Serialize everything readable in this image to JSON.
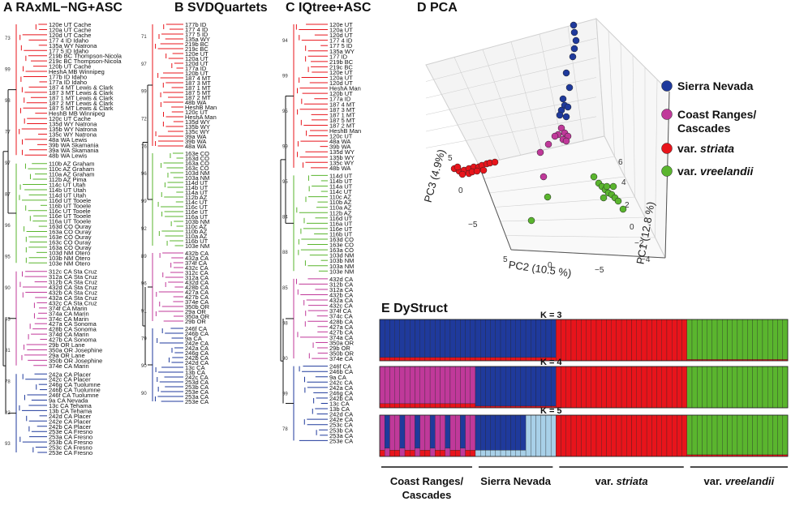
{
  "panels": {
    "a": {
      "title": "A RAxML−NG+ASC"
    },
    "b": {
      "title": "B SVDQuartets"
    },
    "c": {
      "title": "C IQtree+ASC"
    },
    "d": {
      "title": "D PCA"
    },
    "e": {
      "title": "E DyStruct"
    }
  },
  "colors": {
    "red": "#e8141b",
    "green": "#5ab52e",
    "magenta": "#c0399a",
    "blue": "#1f3a9c",
    "lightblue": "#a8d0e8"
  },
  "tree_a": {
    "red": [
      "120e UT Cache",
      "120a UT Cache",
      "120d UT Cache",
      "177 4 ID Idaho",
      "135a WY Natrona",
      "177 5 ID Idaho",
      "219b BC Thompson-Nicola",
      "219c BC Thompson-Nicola",
      "120b UT Cache",
      "HeshA MB Winnipeg",
      "177b ID Idaho",
      "177a ID Idaho",
      "187 4 MT Lewis & Clark",
      "187 3 MT Lewis & Clark",
      "187 1 MT Lewis & Clark",
      "187 2 MT Lewis & Clark",
      "187 5 MT Lewis & Clark",
      "HeshB MB Winnipeg",
      "120c UT Cache",
      "135d WY Natrona",
      "135b WY Natrona",
      "135c WY Natrona",
      "48a WA Lewis",
      "39b WA Skamania",
      "39a WA Skamania",
      "48b WA Lewis"
    ],
    "green": [
      "110b AZ Graham",
      "110c AZ Graham",
      "110a AZ Graham",
      "112b AZ Pima",
      "114c UT Utah",
      "114b UT Utah",
      "114d UT Utah",
      "116d UT Tooele",
      "116b UT Tooele",
      "116c UT Tooele",
      "116e UT Tooele",
      "116a UT Tooele",
      "163d CO Ouray",
      "163a CO Ouray",
      "163e CO Ouray",
      "163c CO Ouray",
      "163a CO Ouray",
      "103d NM Otero",
      "103b NM Otero",
      "103e NM Otero"
    ],
    "magenta": [
      "312c CA Sta Cruz",
      "312a CA Sta Cruz",
      "312b CA Sta Cruz",
      "432d CA Sta Cruz",
      "432b CA Sta Cruz",
      "432a CA Sta Cruz",
      "432c CA Sta Cruz",
      "374f CA Marin",
      "374a CA Marin",
      "374c CA Marin",
      "427a CA Sonoma",
      "428b CA Sonoma",
      "374d CA Marin",
      "427b CA Sonoma",
      "29b OR Lane",
      "350a OR Josephine",
      "29a OR Lane",
      "350b OR Josephine",
      "374e CA Marin"
    ],
    "blue": [
      "242a CA Placer",
      "242c CA Placer",
      "246g CA Tuolumne",
      "246b CA Tuolumne",
      "246f CA Tuolumne",
      "9a CA Nevada",
      "13c CA Tehama",
      "13b CA Tehama",
      "242d CA Placer",
      "242e CA Placer",
      "242b CA Placer",
      "253e CA Fresno",
      "253a CA Fresno",
      "253b CA Fresno",
      "253c CA Fresno",
      "253e CA Fresno"
    ]
  },
  "tree_a_support": [
    "73",
    "99",
    "93",
    "77",
    "97",
    "87",
    "96",
    "95",
    "90",
    "93",
    "81",
    "78",
    "82",
    "93"
  ],
  "tree_b": {
    "red": [
      "177b ID",
      "177 4 ID",
      "177 5 ID",
      "135a WY",
      "219b BC",
      "219c BC",
      "120e UT",
      "120a UT",
      "120d UT",
      "177a ID",
      "120b UT",
      "187 4 MT",
      "187 3 MT",
      "187 1 MT",
      "187 5 MT",
      "187 2 MT",
      "48b WA",
      "HeshB Man",
      "120c UT",
      "HeshA Man",
      "135d WY",
      "135b WY",
      "135c WY",
      "39a WA",
      "39b WA",
      "48a WA"
    ],
    "green": [
      "163e CO",
      "163d CO",
      "163a CO",
      "163c CO",
      "103d NM",
      "103a NM",
      "114d UT",
      "114b UT",
      "114a UT",
      "112b AZ",
      "114c UT",
      "116c UT",
      "116e UT",
      "116a UT",
      "103b NM",
      "110c AZ",
      "110b AZ",
      "110a AZ",
      "116b UT",
      "103e NM"
    ],
    "magenta": [
      "432b CA",
      "432a CA",
      "374f CA",
      "432c CA",
      "312c CA",
      "312a CA",
      "432d CA",
      "428b CA",
      "427a CA",
      "427b CA",
      "374e CA",
      "350b OR",
      "29a OR",
      "350a OR",
      "29b OR"
    ],
    "blue": [
      "246f CA",
      "246b CA",
      "9a CA",
      "242e CA",
      "242a CA",
      "246g CA",
      "242b CA",
      "242d CA",
      "13c CA",
      "13b CA",
      "242c CA",
      "253d CA",
      "253b CA",
      "253e CA",
      "253a CA",
      "253e CA"
    ]
  },
  "tree_b_support": [
    "71",
    "97",
    "99",
    "72",
    "76",
    "96",
    "99",
    "92",
    "89",
    "96",
    "91",
    "79",
    "90",
    "90"
  ],
  "tree_c": {
    "red": [
      "120e UT",
      "120a UT",
      "120d UT",
      "177 4 ID",
      "177 5 ID",
      "135a WY",
      "177 ID",
      "219b BC",
      "219c BC",
      "120e UT",
      "120a UT",
      "120d UT",
      "HeshA Man",
      "120b UT",
      "177a ID",
      "187 4 MT",
      "187 3 MT",
      "187 1 MT",
      "187 5 MT",
      "187 2 MT",
      "HeshB Man",
      "120c UT",
      "48a WA",
      "39b WA",
      "135d WY",
      "135b WY",
      "135c WY",
      "48b WA"
    ],
    "green": [
      "114d UT",
      "114b UT",
      "114a UT",
      "114c UT",
      "110c AZ",
      "110b AZ",
      "110a AZ",
      "112b AZ",
      "116d UT",
      "116a UT",
      "116e UT",
      "116b UT",
      "163d CO",
      "163e CO",
      "163a CO",
      "103d NM",
      "103b NM",
      "103a NM",
      "103e NM"
    ],
    "magenta": [
      "432d CA",
      "312b CA",
      "312a CA",
      "432b CA",
      "432a CA",
      "432c CA",
      "374f CA",
      "374c CA",
      "428b CA",
      "427a CA",
      "427b CA",
      "374a CA",
      "350a OR",
      "29b OR",
      "350b OR",
      "374e CA"
    ],
    "blue": [
      "246f CA",
      "246b CA",
      "9a CA",
      "242c CA",
      "242a CA",
      "246g CA",
      "242b CA",
      "13c CA",
      "13b CA",
      "242d CA",
      "242e CA",
      "253c CA",
      "253b CA",
      "253a CA",
      "253e CA"
    ]
  },
  "tree_c_support": [
    "94",
    "99",
    "95",
    "99",
    "95",
    "84",
    "88",
    "85",
    "98",
    "90",
    "99",
    "78"
  ],
  "pca": {
    "legend": [
      {
        "label": "Sierra Nevada",
        "color": "#1f3a9c"
      },
      {
        "label": "Coast Ranges/",
        "label2": "Cascades",
        "color": "#c0399a"
      },
      {
        "label": "var. ",
        "italic": "striata",
        "color": "#e8141b"
      },
      {
        "label": "var. ",
        "italic": "vreelandii",
        "color": "#5ab52e"
      }
    ],
    "axis_pc1": "PC1 (12.8 %)",
    "axis_pc2": "PC2 (10.5 %)",
    "axis_pc3": "PC3 (4.9%)",
    "pc1_ticks": [
      "6",
      "4",
      "2",
      "0",
      "−2",
      "−4"
    ],
    "pc2_ticks": [
      "5",
      "0",
      "−5"
    ],
    "pc3_ticks": [
      "5",
      "0",
      "−5"
    ]
  },
  "dystruct": {
    "k_labels": [
      "K = 3",
      "K = 4",
      "K = 5"
    ],
    "groups": [
      "Coast Ranges/",
      "Cascades",
      "Sierra Nevada",
      "var. ",
      "striata",
      "var. ",
      "vreelandii"
    ]
  }
}
